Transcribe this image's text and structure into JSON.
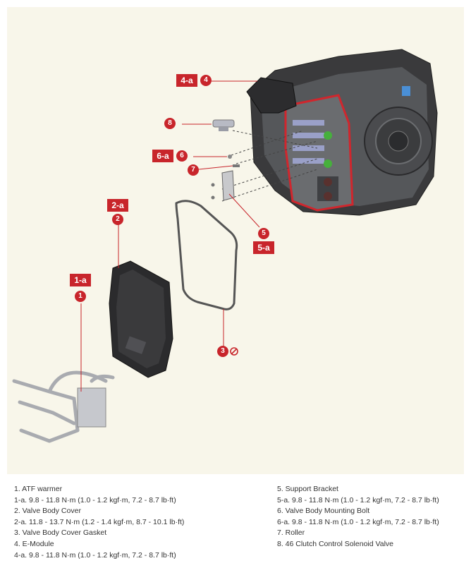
{
  "callouts": {
    "tag_4a": "4-a",
    "num_4": "4",
    "num_8": "8",
    "tag_6a": "6-a",
    "num_6": "6",
    "num_7": "7",
    "tag_2a": "2-a",
    "num_2": "2",
    "num_5": "5",
    "tag_5a": "5-a",
    "tag_1a": "1-a",
    "num_1": "1",
    "num_3": "3"
  },
  "legend": {
    "left": [
      "1. ATF warmer",
      "1-a. 9.8 - 11.8 N·m (1.0 - 1.2 kgf·m, 7.2 - 8.7 lb·ft)",
      "2. Valve Body Cover",
      "2-a. 11.8 - 13.7 N·m (1.2 - 1.4 kgf·m, 8.7 - 10.1 lb·ft)",
      "3. Valve Body Cover Gasket",
      "4. E-Module",
      "4-a. 9.8 - 11.8 N·m (1.0 - 1.2 kgf·m, 7.2 - 8.7 lb·ft)"
    ],
    "right": [
      "5. Support Bracket",
      "5-a. 9.8 - 11.8 N·m (1.0 - 1.2 kgf·m, 7.2 - 8.7 lb·ft)",
      "6. Valve Body Mounting Bolt",
      "6-a. 9.8 - 11.8 N·m (1.0 - 1.2 kgf·m, 7.2 - 8.7 lb·ft)",
      "7. Roller",
      "8. 46 Clutch Control Solenoid Valve"
    ]
  },
  "colors": {
    "callout_red": "#c8252b",
    "figure_bg": "#f8f6ea",
    "text": "#333333"
  },
  "icons": {
    "no_reuse": "prohibited-icon"
  }
}
